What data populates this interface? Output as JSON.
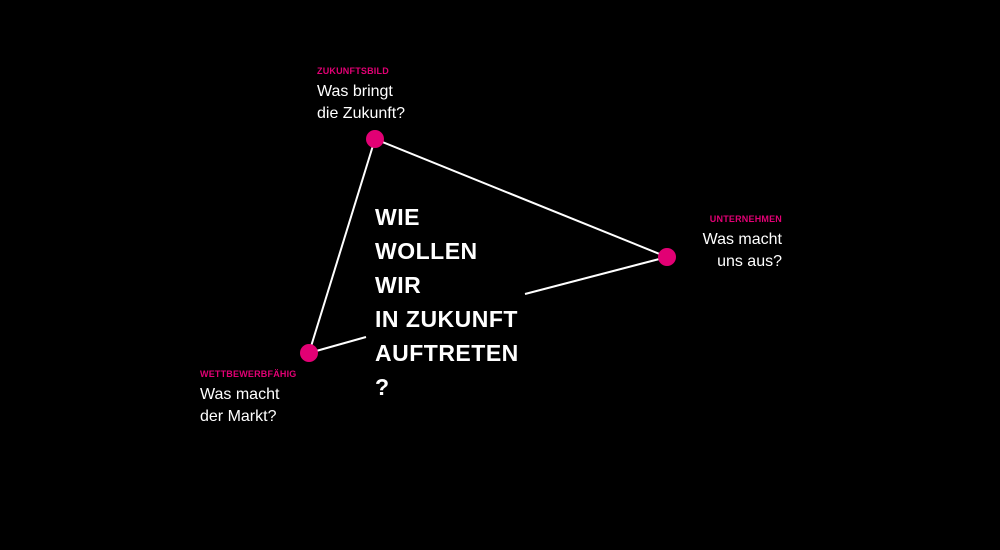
{
  "colors": {
    "background": "#000000",
    "accent": "#e20074",
    "text": "#ffffff",
    "line": "#ffffff"
  },
  "central_question": {
    "lines": [
      "WIE",
      "WOLLEN",
      "WIR",
      "IN ZUKUNFT",
      "AUFTRETEN",
      "?"
    ]
  },
  "nodes": {
    "top": {
      "kicker": "ZUKUNFTSBILD",
      "question_lines": [
        "Was bringt",
        "die Zukunft?"
      ]
    },
    "right": {
      "kicker": "UNTERNEHMEN",
      "question_lines": [
        "Was macht",
        "uns aus?"
      ]
    },
    "bottom": {
      "kicker": "WETTBEWERBFÄHIG",
      "question_lines": [
        "Was macht",
        "der Markt?"
      ]
    }
  }
}
